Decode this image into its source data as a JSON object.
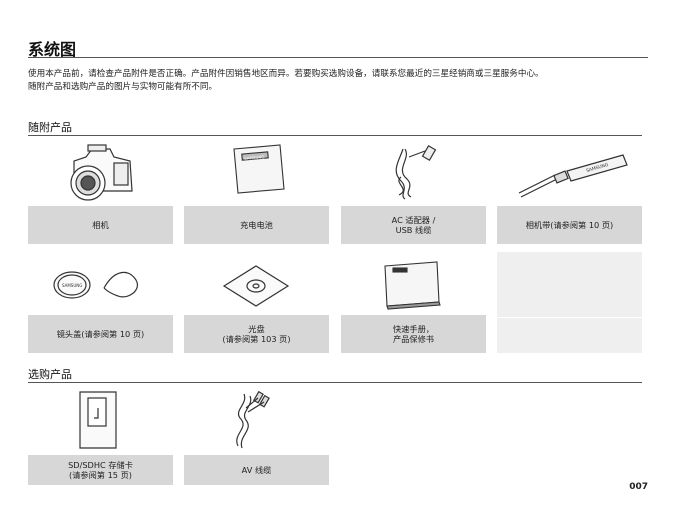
{
  "page_title": "系统图",
  "intro": [
    "使用本产品前，请检查产品附件是否正确。产品附件因销售地区而异。若要购买选购设备，请联系您最近的三星经销商或三星服务中心。",
    "随附产品和选购产品的图片与实物可能有所不同。"
  ],
  "sections": {
    "included": "随附产品",
    "optional": "选购产品"
  },
  "items": {
    "camera": [
      "相机"
    ],
    "battery": [
      "充电电池"
    ],
    "adapter": [
      "AC 适配器 /",
      "USB 线缆"
    ],
    "strap": [
      "相机带(请参阅第 10 页)"
    ],
    "lens_cap": [
      "镜头盖(请参阅第 10 页)"
    ],
    "disc": [
      "光盘",
      "(请参阅第 103 页)"
    ],
    "manual": [
      "快速手册，",
      "产品保修书"
    ],
    "sd_card": [
      "SD/SDHC 存储卡",
      "(请参阅第 15 页)"
    ],
    "av_cable": [
      "AV 线缆"
    ]
  },
  "icons": {
    "battery_brand": "SAMSUNG",
    "strap_brand": "SAMSUNG",
    "lens_cap_brand": "SAMSUNG"
  },
  "page_number": "007"
}
